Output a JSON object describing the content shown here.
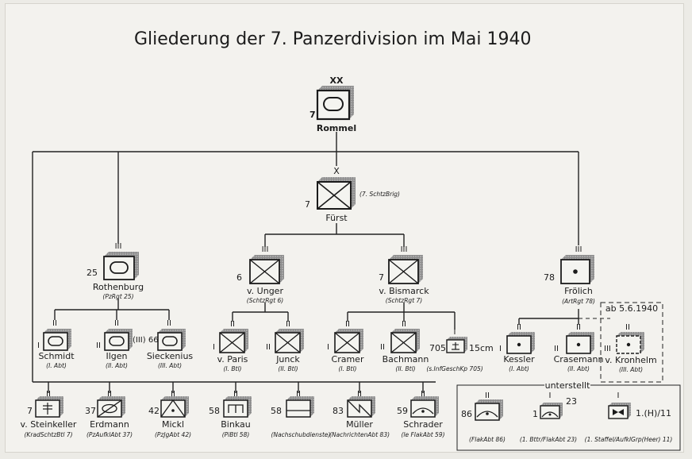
{
  "title": "Gliederung der 7. Panzerdivision im Mai 1940",
  "division": {
    "echelon": "XX",
    "number": "7",
    "name": "Rommel"
  },
  "brigade": {
    "echelon": "X",
    "number": "7",
    "name": "Fürst",
    "caption": "(7. SchtzBrig)"
  },
  "pzrgt": {
    "echelon": "III",
    "number": "25",
    "name": "Rothenburg",
    "caption": "(PzRgt 25)"
  },
  "sr6": {
    "echelon": "III",
    "number": "6",
    "name": "v. Unger",
    "caption": "(SchtzRgt 6)"
  },
  "sr7": {
    "echelon": "III",
    "number": "7",
    "name": "v. Bismarck",
    "caption": "(SchtzRgt 7)"
  },
  "art": {
    "echelon": "III",
    "number": "78",
    "name": "Frölich",
    "caption": "(ArtRgt 78)"
  },
  "pz1": {
    "echelon": "II",
    "number": "I",
    "name": "Schmidt",
    "caption": "(I. Abt)"
  },
  "pz2": {
    "echelon": "II",
    "number": "II",
    "name": "Ilgen",
    "caption": "(II. Abt)"
  },
  "pz3": {
    "echelon": "II",
    "number": "(III) 66",
    "name": "Sieckenius",
    "caption": "(III. Abt)"
  },
  "u1": {
    "echelon": "II",
    "number": "I",
    "name": "v. Paris",
    "caption": "(I. Btl)"
  },
  "u2": {
    "echelon": "II",
    "number": "II",
    "name": "Junck",
    "caption": "(II. Btl)"
  },
  "b1": {
    "echelon": "II",
    "number": "I",
    "name": "Cramer",
    "caption": "(I. Btl)"
  },
  "b2": {
    "echelon": "II",
    "number": "II",
    "name": "Bachmann",
    "caption": "(II. Btl)"
  },
  "ig": {
    "echelon": "I",
    "number": "705",
    "extra": "15cm",
    "caption": "(s.InfGeschKp 705)"
  },
  "a1": {
    "echelon": "II",
    "number": "I",
    "name": "Kessler",
    "caption": "(I. Abt)"
  },
  "a2": {
    "echelon": "II",
    "number": "II",
    "name": "Crasemann",
    "caption": "(II. Abt)"
  },
  "a3": {
    "echelon": "II",
    "number": "III",
    "name": "v. Kronhelm",
    "caption": "(III. Abt)",
    "note": "ab 5.6.1940"
  },
  "d1": {
    "echelon": "II",
    "number": "7",
    "name": "v. Steinkeller",
    "caption": "(KradSchtzBtl 7)"
  },
  "d2": {
    "echelon": "II",
    "number": "37",
    "name": "Erdmann",
    "caption": "(PzAufklAbt 37)"
  },
  "d3": {
    "echelon": "II",
    "number": "42",
    "name": "Mickl",
    "caption": "(PzJgAbt 42)"
  },
  "d4": {
    "echelon": "II",
    "number": "58",
    "name": "Binkau",
    "caption": "(PiBtl 58)"
  },
  "d5": {
    "echelon": "II",
    "number": "58",
    "name": "",
    "caption": "(Nachschubdienste)"
  },
  "d6": {
    "echelon": "II",
    "number": "83",
    "name": "Müller",
    "caption": "(NachrichtenAbt 83)"
  },
  "d7": {
    "echelon": "II",
    "number": "59",
    "name": "Schrader",
    "caption": "(le FlakAbt 59)"
  },
  "unterstellt": {
    "label": "unterstellt",
    "flak86": {
      "echelon": "II",
      "number": "86",
      "caption": "(FlakAbt 86)"
    },
    "flak23": {
      "echelon": "I",
      "number": "1",
      "number2": "23",
      "caption": "(1. Bttr/FlakAbt 23)"
    },
    "aufkl": {
      "echelon": "I",
      "number": "1.(H)/11",
      "caption": "(1. Staffel/AufklGrp(Heer) 11)"
    }
  }
}
